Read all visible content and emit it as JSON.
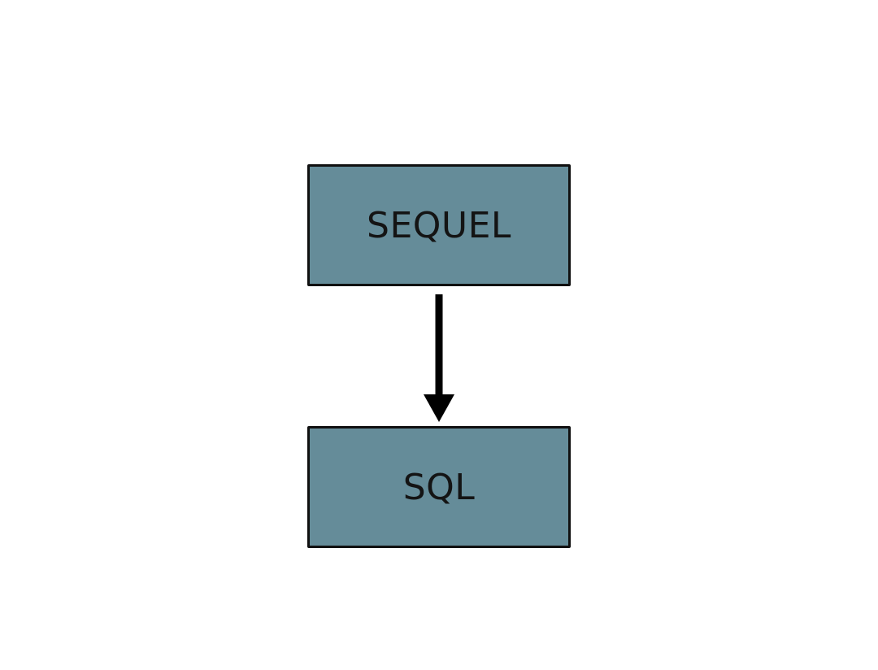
{
  "diagram": {
    "nodes": [
      {
        "label": "SEQUEL"
      },
      {
        "label": "SQL"
      }
    ],
    "edges": [
      {
        "from": 0,
        "to": 1
      }
    ]
  },
  "colors": {
    "node_fill": "#658c99",
    "node_border": "#101010",
    "text": "#141414",
    "arrow": "#000000",
    "background": "#ffffff"
  }
}
